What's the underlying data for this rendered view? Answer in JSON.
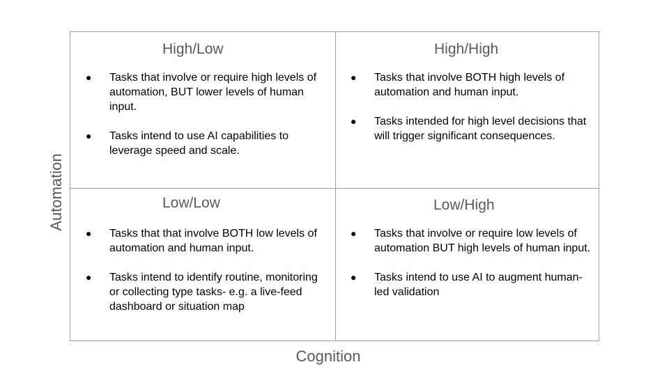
{
  "axes": {
    "y_label": "Automation",
    "x_label": "Cognition"
  },
  "quadrants": {
    "high_low": {
      "title": "High/Low",
      "items": [
        "Tasks that involve or require high levels of automation, BUT lower levels of human input.",
        "Tasks intend to use AI capabilities to leverage speed and scale."
      ]
    },
    "high_high": {
      "title": "High/High",
      "items": [
        "Tasks that involve BOTH high levels of automation and human input.",
        "Tasks intended for high level decisions that will trigger significant consequences."
      ]
    },
    "low_low": {
      "title": "Low/Low",
      "items": [
        "Tasks that that involve BOTH low levels of automation and human input.",
        "Tasks intend to identify routine, monitoring or collecting type tasks- e.g. a live-feed dashboard or situation map"
      ]
    },
    "low_high": {
      "title": "Low/High",
      "items": [
        "Tasks that involve or require low levels of automation BUT high levels of human input.",
        "Tasks intend to use AI to augment human-led validation"
      ]
    }
  }
}
